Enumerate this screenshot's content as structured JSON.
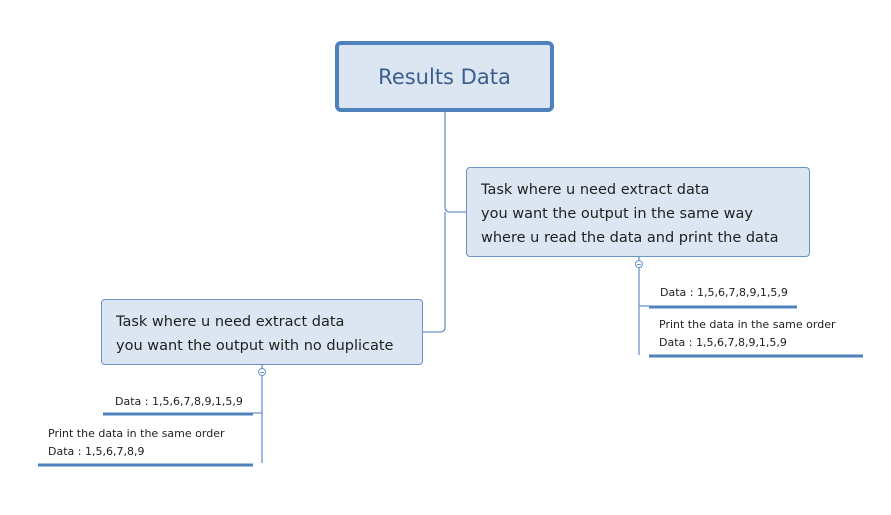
{
  "root": {
    "title": "Results Data"
  },
  "topics": {
    "right": {
      "lines": [
        "Task where u need extract data",
        "you want the output in the same way",
        "where u read the data and print the data"
      ],
      "leaves": [
        {
          "lines": [
            "Data : 1,5,6,7,8,9,1,5,9"
          ]
        },
        {
          "lines": [
            "Print the data in the same order",
            "Data : 1,5,6,7,8,9,1,5,9"
          ]
        }
      ]
    },
    "left": {
      "lines": [
        "Task where u need extract data",
        "you want the output with no duplicate"
      ],
      "leaves": [
        {
          "lines": [
            "Data : 1,5,6,7,8,9,1,5,9"
          ]
        },
        {
          "lines": [
            "Print the data in the same order",
            "Data : 1,5,6,7,8,9"
          ]
        }
      ]
    }
  },
  "colors": {
    "node_fill": "#dce6f2",
    "root_border": "#4f81bd",
    "root_text": "#3a5f8f",
    "connector": "#6a94c8",
    "leaf_underline": "#4f81bd"
  }
}
